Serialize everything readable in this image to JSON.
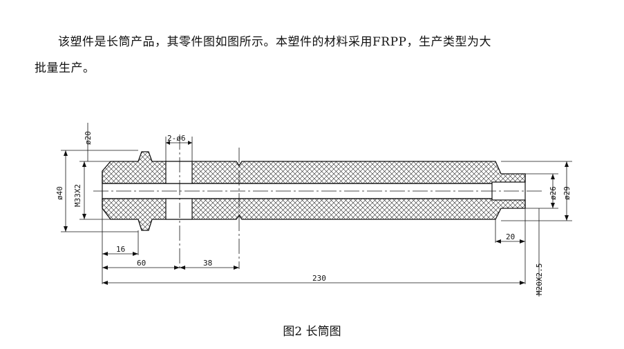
{
  "paragraph": {
    "line1": "该塑件是长筒产品，其零件图如图所示。本塑件的材料采用FRPP，生产类型为大",
    "line2": "批量生产。"
  },
  "caption": "图2  长筒图",
  "drawing": {
    "labels": {
      "d20": "ø20",
      "holes": "2-ø6",
      "d40": "ø40",
      "m33": "M33X2",
      "d26": "ø26",
      "d29": "ø29",
      "l16": "16",
      "l60": "60",
      "l38": "38",
      "l230": "230",
      "l20": "20",
      "m20": "M20X2.5"
    }
  }
}
